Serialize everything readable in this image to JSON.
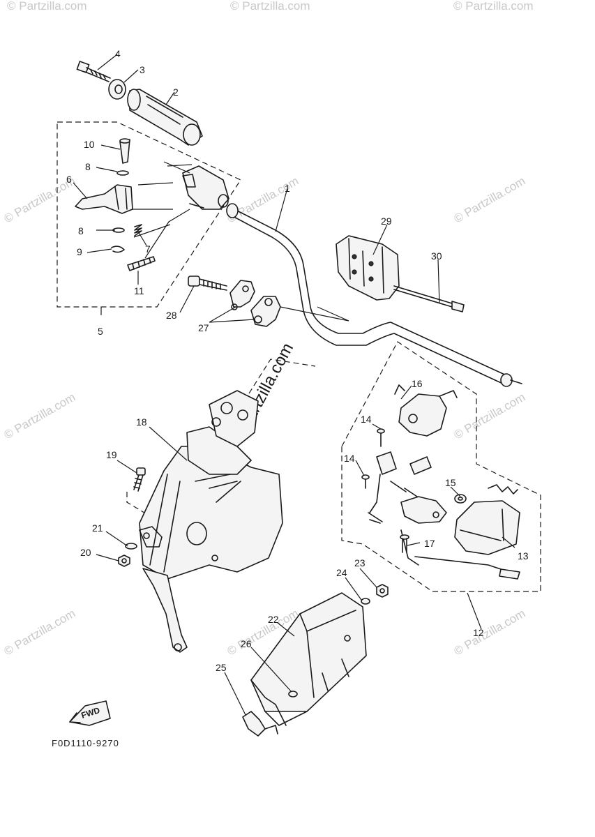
{
  "diagram": {
    "code": "F0D1110-9270",
    "fwd_label": "FWD",
    "watermark": "© Partzilla.com",
    "callouts": [
      {
        "id": "1",
        "label": "1"
      },
      {
        "id": "2",
        "label": "2"
      },
      {
        "id": "3",
        "label": "3"
      },
      {
        "id": "4",
        "label": "4"
      },
      {
        "id": "5",
        "label": "5"
      },
      {
        "id": "6",
        "label": "6"
      },
      {
        "id": "7",
        "label": "7"
      },
      {
        "id": "8a",
        "label": "8"
      },
      {
        "id": "8b",
        "label": "8"
      },
      {
        "id": "9",
        "label": "9"
      },
      {
        "id": "10",
        "label": "10"
      },
      {
        "id": "11",
        "label": "11"
      },
      {
        "id": "12",
        "label": "12"
      },
      {
        "id": "13",
        "label": "13"
      },
      {
        "id": "14a",
        "label": "14"
      },
      {
        "id": "14b",
        "label": "14"
      },
      {
        "id": "15",
        "label": "15"
      },
      {
        "id": "16",
        "label": "16"
      },
      {
        "id": "17",
        "label": "17"
      },
      {
        "id": "18",
        "label": "18"
      },
      {
        "id": "19",
        "label": "19"
      },
      {
        "id": "20",
        "label": "20"
      },
      {
        "id": "21",
        "label": "21"
      },
      {
        "id": "22",
        "label": "22"
      },
      {
        "id": "23",
        "label": "23"
      },
      {
        "id": "24",
        "label": "24"
      },
      {
        "id": "25",
        "label": "25"
      },
      {
        "id": "26",
        "label": "26"
      },
      {
        "id": "27",
        "label": "27"
      },
      {
        "id": "28",
        "label": "28"
      },
      {
        "id": "29",
        "label": "29"
      },
      {
        "id": "30",
        "label": "30"
      }
    ]
  }
}
